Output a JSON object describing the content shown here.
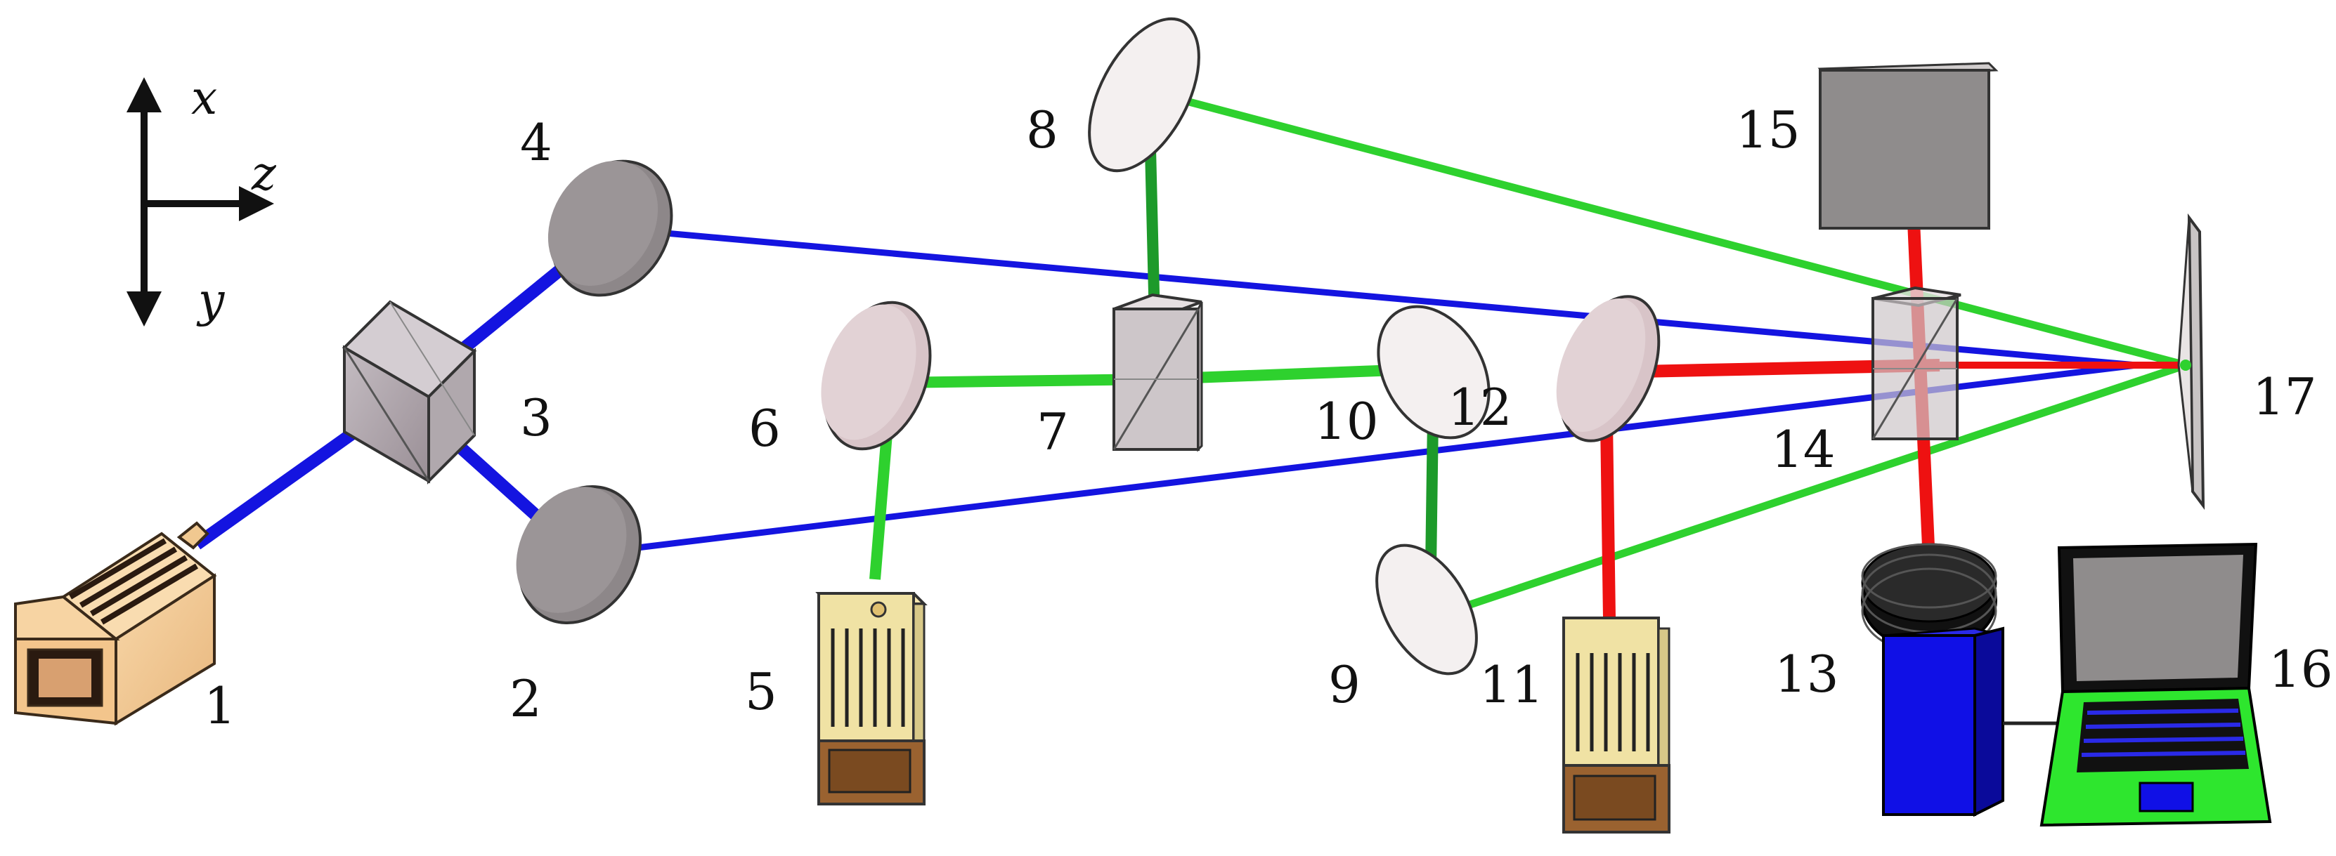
{
  "diagram": {
    "axes": {
      "x": "x",
      "y": "y",
      "z": "z"
    },
    "labels": [
      "1",
      "2",
      "3",
      "4",
      "5",
      "6",
      "7",
      "8",
      "9",
      "10",
      "11",
      "12",
      "13",
      "14",
      "15",
      "16",
      "17"
    ],
    "colors": {
      "blue_beam": "#1414e0",
      "green_beam": "#2ed12e",
      "dark_green_beam": "#1d9a2a",
      "red_beam": "#ee1111",
      "gray_mirror": "#8d8789",
      "pink_mirror": "#d8c4c8",
      "white_mirror": "#f4f0f0",
      "laser_body": "#f6cf9a",
      "laser_yellow": "#f0e2a4",
      "laser_brown": "#9a6230",
      "screen_gray": "#8f8c8c",
      "camera_blue": "#1010e6",
      "laptop_green": "#2ee62e"
    },
    "icons": [
      "laser-1-icon",
      "laser-5-icon",
      "laser-11-icon",
      "beam-splitter-icon",
      "mirror-icon",
      "camera-icon",
      "laptop-icon",
      "screen-icon",
      "sample-plate-icon"
    ]
  }
}
